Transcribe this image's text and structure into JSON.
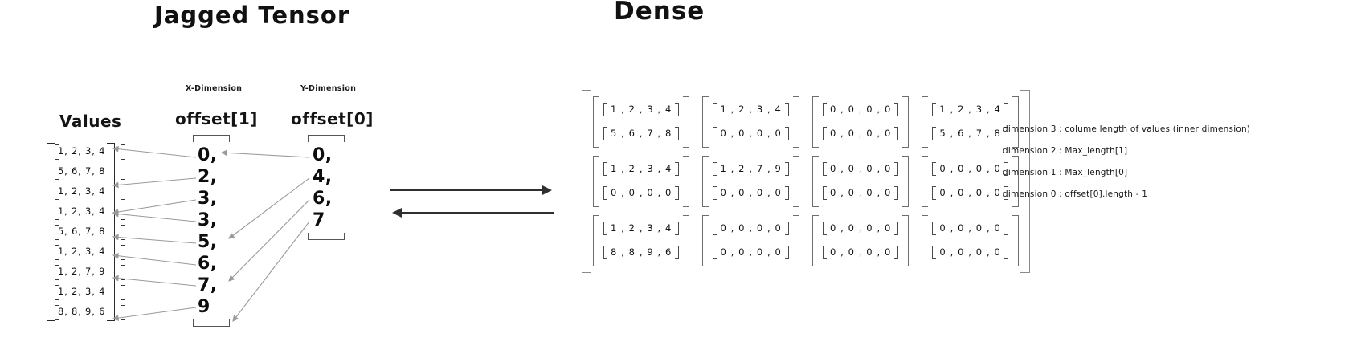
{
  "titles": {
    "jagged": "Jagged Tensor",
    "dense": "Dense"
  },
  "jagged": {
    "values_heading": "Values",
    "values": [
      "1, 2, 3, 4",
      "5, 6, 7, 8",
      "1, 2, 3, 4",
      "1, 2, 3, 4",
      "5, 6, 7, 8",
      "1, 2, 3, 4",
      "1, 2, 7, 9",
      "1, 2, 3, 4",
      "8, 8, 9, 6"
    ],
    "offset1": {
      "dim_label": "X-Dimension",
      "heading": "offset[1]",
      "items": [
        "0,",
        "2,",
        "3,",
        "3,",
        "5,",
        "6,",
        "7,",
        "9"
      ]
    },
    "offset0": {
      "dim_label": "Y-Dimension",
      "heading": "offset[0]",
      "items": [
        "0,",
        "4,",
        "6,",
        "7"
      ]
    }
  },
  "exchange": {
    "top_arrow": "arrow-right",
    "bottom_arrow": "arrow-left"
  },
  "dense": {
    "rows": [
      [
        {
          "vectors": [
            "1 , 2 , 3 , 4",
            "5 , 6 , 7 , 8"
          ]
        },
        {
          "vectors": [
            "1 , 2 , 3 , 4",
            "0 , 0 , 0 , 0"
          ]
        },
        {
          "vectors": [
            "0 , 0 , 0 , 0",
            "0 , 0 , 0 , 0"
          ]
        },
        {
          "vectors": [
            "1 , 2 , 3 , 4",
            "5 , 6 , 7 , 8"
          ]
        }
      ],
      [
        {
          "vectors": [
            "1 , 2 , 3 , 4",
            "0 , 0 , 0 , 0"
          ]
        },
        {
          "vectors": [
            "1 , 2 , 7 , 9",
            "0 , 0 , 0 , 0"
          ]
        },
        {
          "vectors": [
            "0 , 0 , 0 , 0",
            "0 , 0 , 0 , 0"
          ]
        },
        {
          "vectors": [
            "0 , 0 , 0 , 0",
            "0 , 0 , 0 , 0"
          ]
        }
      ],
      [
        {
          "vectors": [
            "1 , 2 , 3 , 4",
            "8 , 8 , 9 , 6"
          ]
        },
        {
          "vectors": [
            "0 , 0 , 0 , 0",
            "0 , 0 , 0 , 0"
          ]
        },
        {
          "vectors": [
            "0 , 0 , 0 , 0",
            "0 , 0 , 0 , 0"
          ]
        },
        {
          "vectors": [
            "0 , 0 , 0 , 0",
            "0 , 0 , 0 , 0"
          ]
        }
      ]
    ]
  },
  "notes": [
    "dimension 3 : colume length of values (inner dimension)",
    "dimension 2 : Max_length[1]",
    "dimension 1  : Max_length[0]",
    "dimension 0 : offset[0].length - 1"
  ],
  "colors": {
    "ink": "#111111",
    "connector": "#8f8f8f",
    "bracket": "#6e6e6e",
    "background": "#ffffff"
  }
}
